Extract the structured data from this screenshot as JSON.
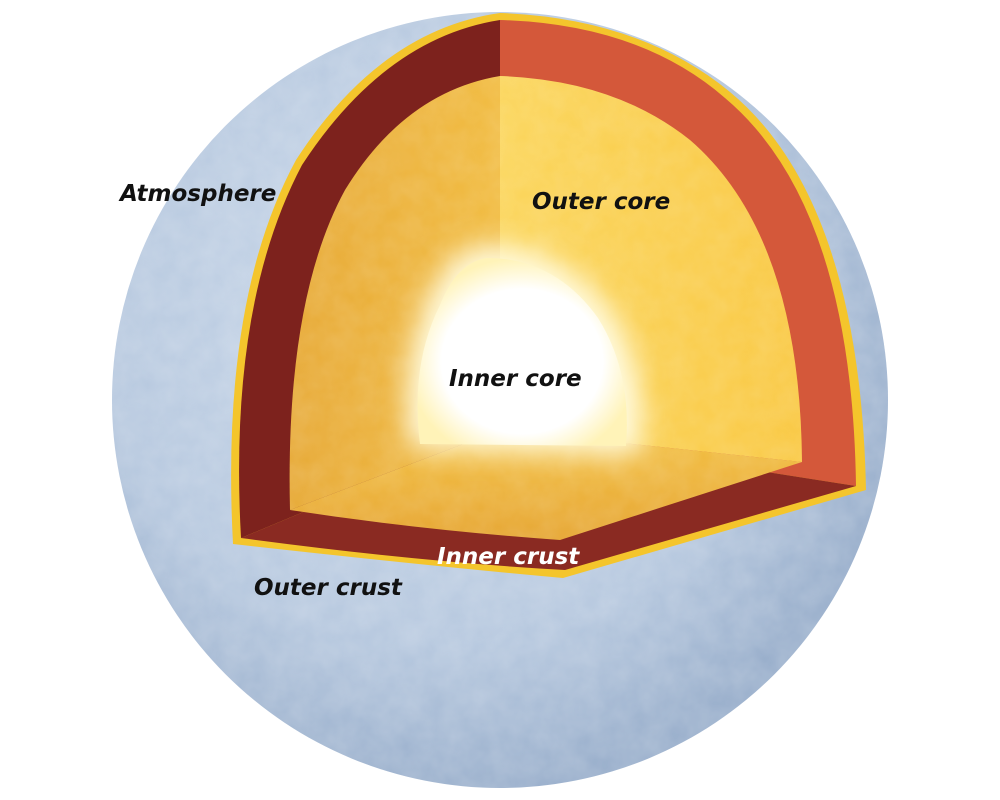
{
  "labels": {
    "atmosphere": "Atmosphere",
    "outer_core": "Outer core",
    "inner_core": "Inner core",
    "inner_crust": "Inner crust",
    "outer_crust": "Outer crust"
  },
  "colors": {
    "atmosphere": "#b7c9e0",
    "outer_crust": "#f2c230",
    "inner_crust_light": "#d65a3a",
    "inner_crust_dark": "#7a1e1c",
    "outer_core": "#f8c84a",
    "inner_core": "#ffffff",
    "label_dark": "#111111",
    "label_light": "#ffffff"
  }
}
